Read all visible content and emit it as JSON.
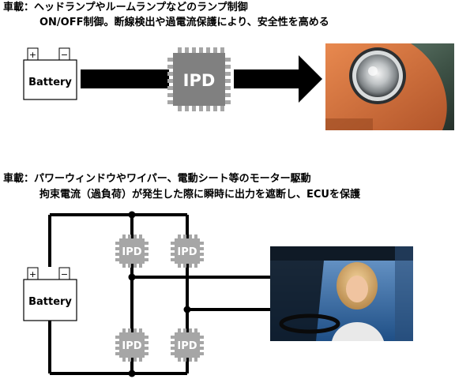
{
  "section1": {
    "line1": "車載：ヘッドランプやルームランプなどのランプ制御",
    "line2": "ON/OFF制御。断線検出や過電流保護により、安全性を高める",
    "battery_label": "Battery",
    "plus_sign": "+",
    "minus_sign": "−",
    "ipd_label": "IPD",
    "photo_icon": "car-headlamp-photo"
  },
  "section2": {
    "line1": "車載：パワーウィンドウやワイパー、電動シート等のモーター駆動",
    "line2": "拘束電流（過負荷）が発生した際に瞬時に出力を遮断し、ECUを保護",
    "battery_label": "Battery",
    "plus_sign": "+",
    "minus_sign": "−",
    "ipd_labels": [
      "IPD",
      "IPD",
      "IPD",
      "IPD"
    ],
    "photo_icon": "woman-driving-photo"
  },
  "colors": {
    "ipd_dark": "#808080",
    "ipd_light": "#a6a6a6",
    "wire": "#000000",
    "headlamp_body": "#d4703a"
  }
}
